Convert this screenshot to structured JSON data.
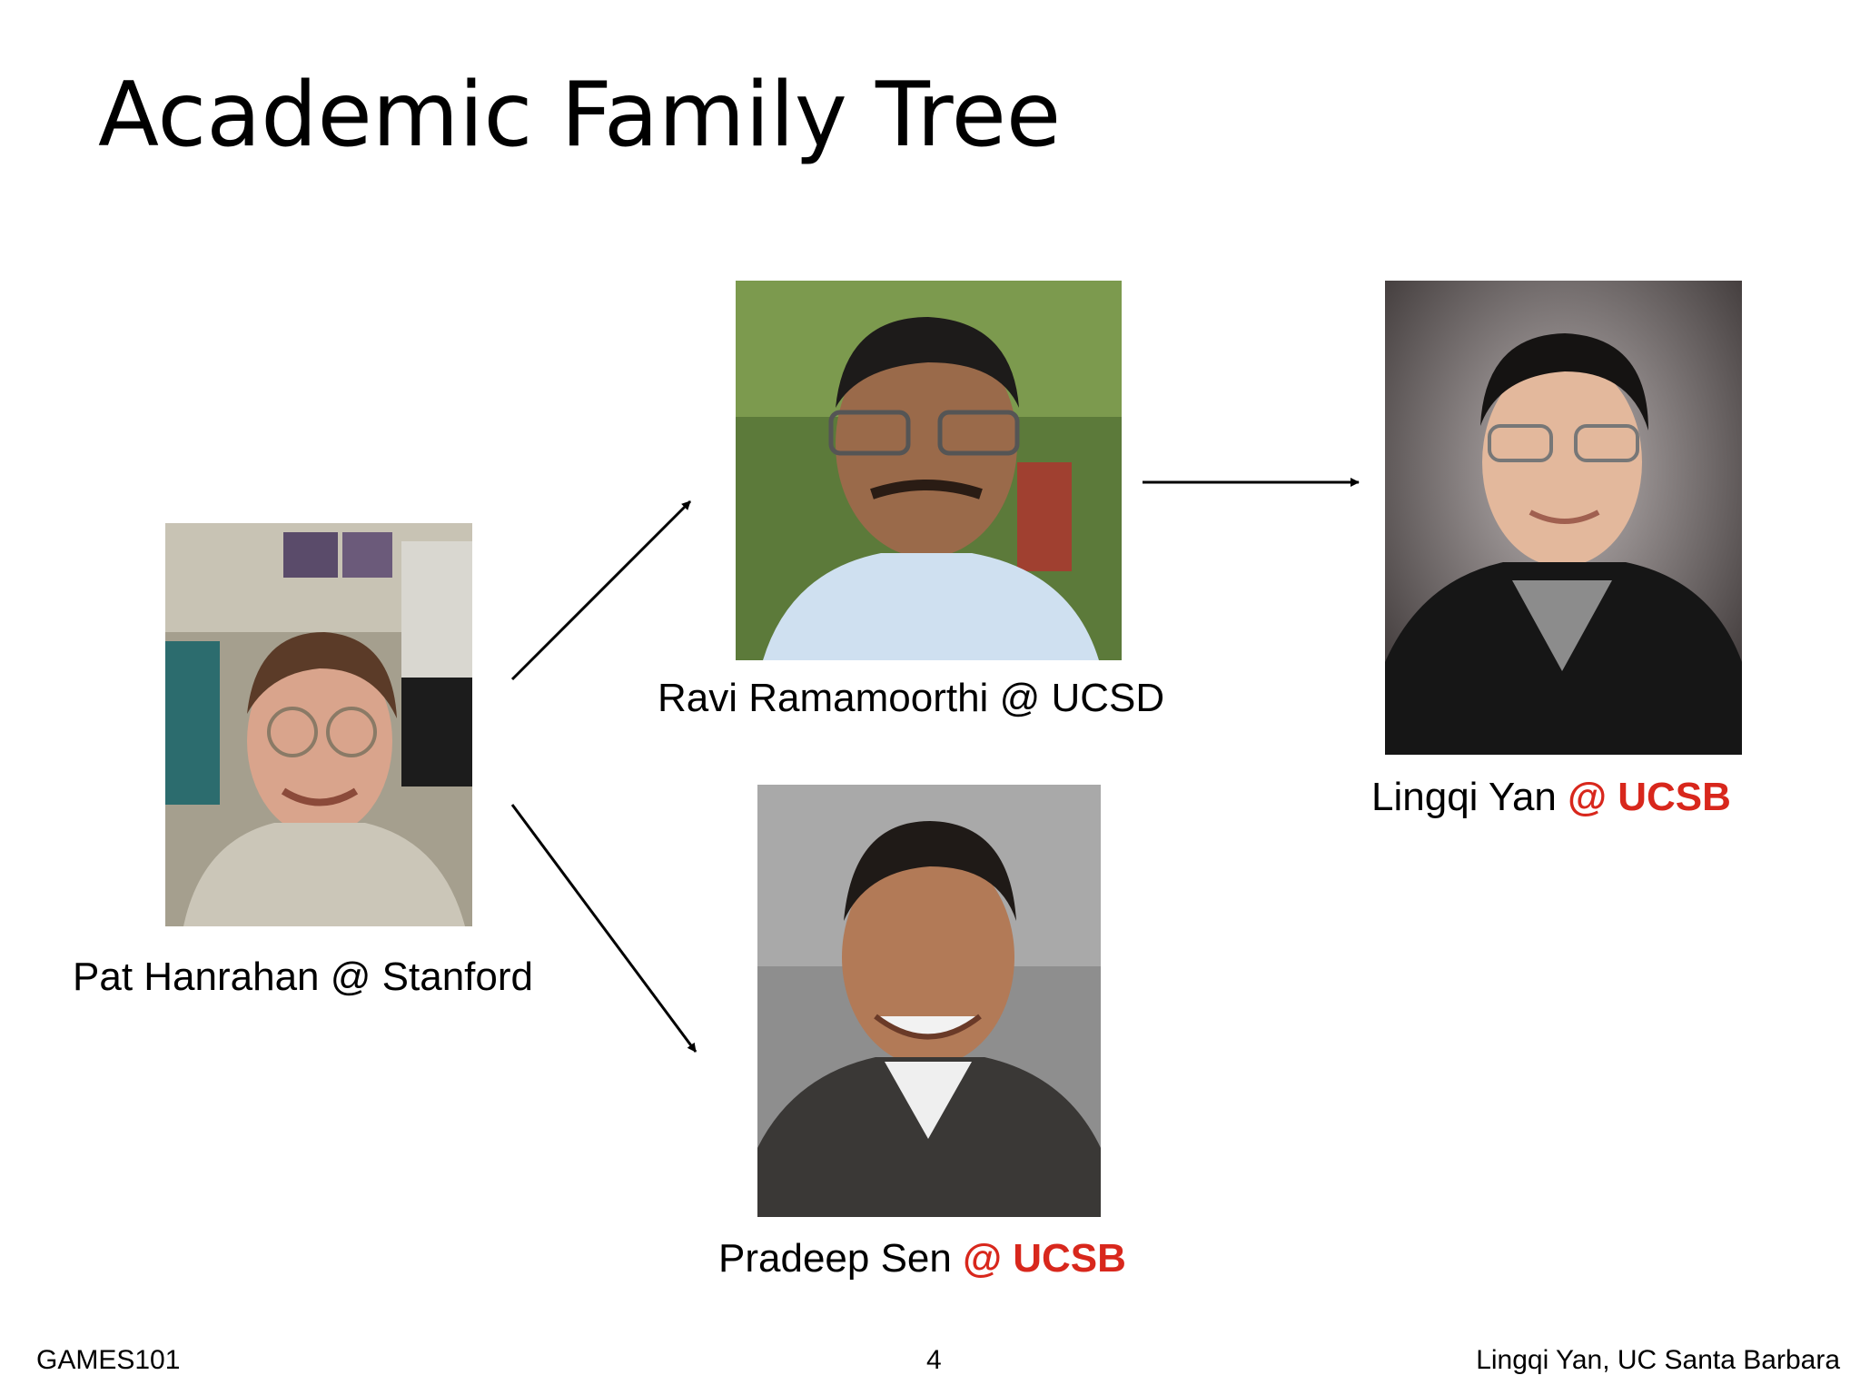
{
  "slide": {
    "title": "Academic Family Tree",
    "footer_left": "GAMES101",
    "page_number": "4",
    "footer_right": "Lingqi Yan, UC Santa Barbara"
  },
  "people": {
    "pat": {
      "name": "Pat Hanrahan",
      "affiliation": "@ Stanford"
    },
    "ravi": {
      "name": "Ravi Ramamoorthi",
      "affiliation": "@ UCSD"
    },
    "lingqi": {
      "name": "Lingqi Yan",
      "affiliation": "@ UCSB"
    },
    "pradeep": {
      "name": "Pradeep Sen",
      "affiliation": "@ UCSB"
    }
  },
  "colors": {
    "highlight": "#d8271c",
    "arrow": "#000000"
  }
}
